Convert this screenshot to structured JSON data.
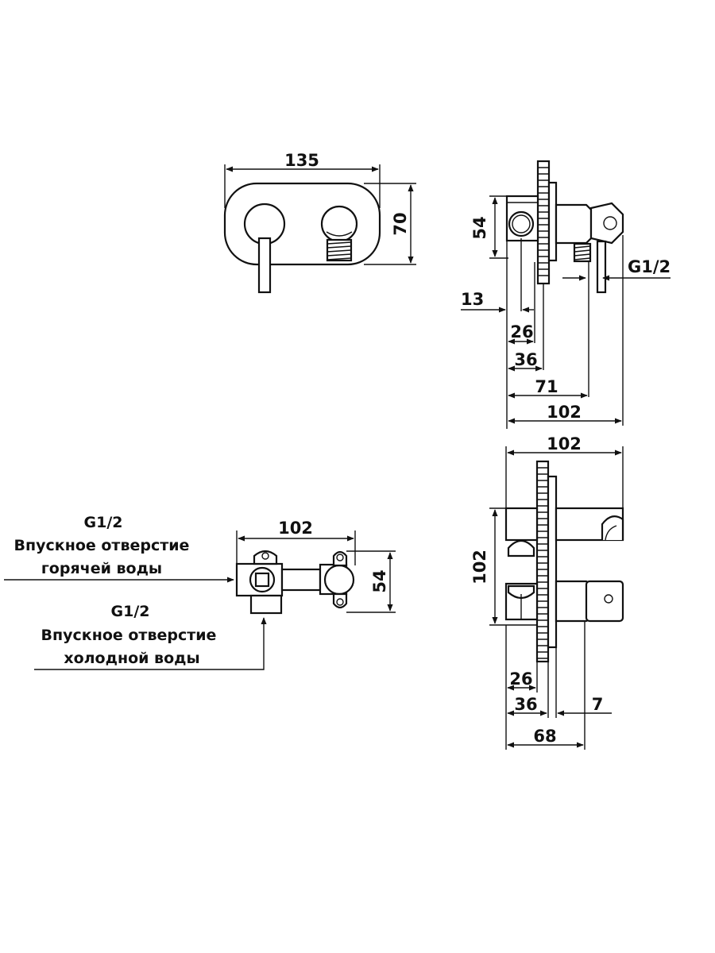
{
  "front_view": {
    "width_dim": "135",
    "height_dim": "70"
  },
  "side_view_top": {
    "dim_54": "54",
    "thread": "G1/2",
    "dim_13": "13",
    "dim_26": "26",
    "dim_36": "36",
    "dim_71": "71",
    "dim_102": "102"
  },
  "body_top_view": {
    "width_dim": "102",
    "height_dim": "54",
    "hot_inlet": {
      "thread": "G1/2",
      "line1": "Впускное отверстие",
      "line2": "горячей воды"
    },
    "cold_inlet": {
      "thread": "G1/2",
      "line1": "Впускное отверстие",
      "line2": "холодной воды"
    }
  },
  "side_view_bottom": {
    "dim_top_102": "102",
    "dim_vert_102": "102",
    "dim_26": "26",
    "dim_36": "36",
    "dim_7": "7",
    "dim_68": "68"
  },
  "colors": {
    "line": "#111111",
    "background": "#ffffff"
  }
}
